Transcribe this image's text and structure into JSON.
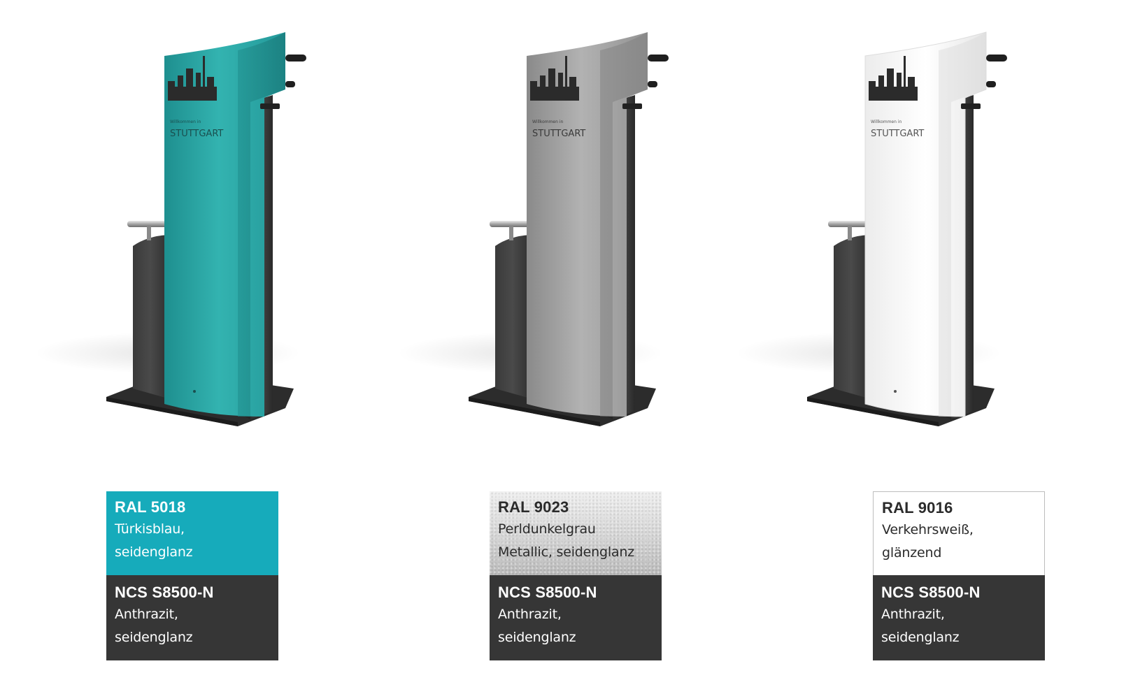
{
  "variants": [
    {
      "panel_color": "#2aa6a6",
      "sign": {
        "greeting": "Willkommen in",
        "city": "STUTTGART"
      },
      "primary": {
        "code": "RAL 5018",
        "line1": "Türkisblau,",
        "line2": "seidenglanz",
        "color": "#16abbb",
        "text_color": "#ffffff"
      },
      "secondary": {
        "code": "NCS S8500-N",
        "line1": "Anthrazit,",
        "line2": "seidenglanz",
        "color": "#363636"
      }
    },
    {
      "panel_color": "#9a9a9a",
      "sign": {
        "greeting": "Willkommen in",
        "city": "STUTTGART"
      },
      "primary": {
        "code": "RAL 9023",
        "line1": "Perldunkelgrau",
        "line2": "Metallic, seidenglanz",
        "color": "#d4d4d4",
        "text_color": "#2b2b2b"
      },
      "secondary": {
        "code": "NCS S8500-N",
        "line1": "Anthrazit,",
        "line2": "seidenglanz",
        "color": "#363636"
      }
    },
    {
      "panel_color": "#f4f4f4",
      "sign": {
        "greeting": "Willkommen in",
        "city": "STUTTGART"
      },
      "primary": {
        "code": "RAL 9016",
        "line1": "Verkehrsweiß,",
        "line2": "glänzend",
        "color": "#ffffff",
        "text_color": "#2b2b2b"
      },
      "secondary": {
        "code": "NCS S8500-N",
        "line1": "Anthrazit,",
        "line2": "seidenglanz",
        "color": "#363636"
      }
    }
  ]
}
